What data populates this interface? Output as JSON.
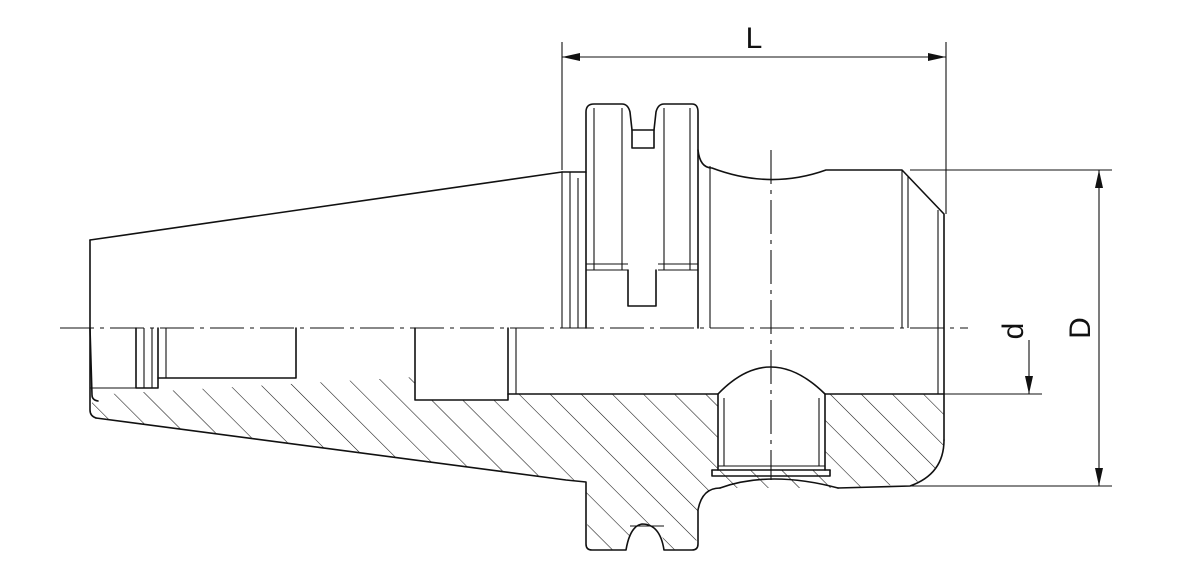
{
  "colors": {
    "stroke": "#111111",
    "background": "#ffffff"
  },
  "dimensions": {
    "length_label": "L",
    "bore_label": "d",
    "outer_diameter_label": "D"
  }
}
